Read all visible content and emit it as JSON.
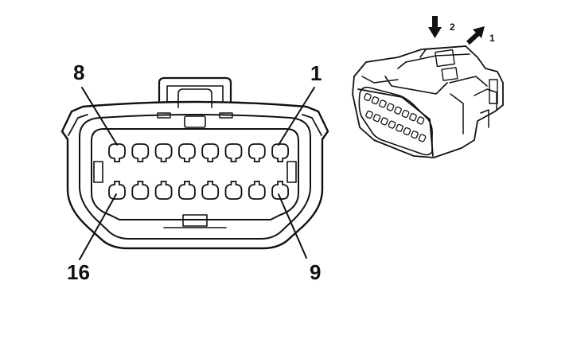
{
  "face_view": {
    "pin_labels": {
      "top_left": "8",
      "top_right": "1",
      "bottom_left": "16",
      "bottom_right": "9"
    },
    "top_row_count": 8,
    "bottom_row_count": 8
  },
  "iso_view": {
    "arrow_down_label": "2",
    "arrow_diag_label": "1",
    "visible_cavities": 16
  }
}
